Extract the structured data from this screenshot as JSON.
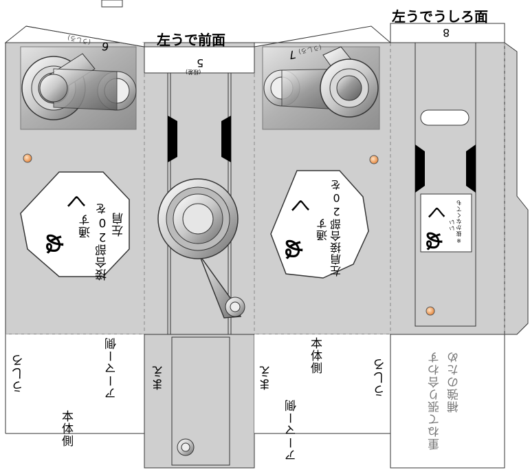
{
  "titles": {
    "front": "左うで前面",
    "back": "左うでうしろ面"
  },
  "panel_numbers": {
    "p5": "5",
    "p5_sub": "(段差)",
    "p6": "6",
    "p6_sub": "(うしろ)",
    "p7": "7",
    "p7_sub": "(うしろ)",
    "p8": "8"
  },
  "badges": {
    "left": {
      "mark": "ぬ",
      "arrow": "く",
      "line1": "左肩",
      "line2": "接合部20を",
      "line3": "通す"
    },
    "middle": {
      "mark": "ぬ",
      "arrow": "く",
      "line1": "左肩接合部20を",
      "line2": "通す"
    },
    "right": {
      "mark": "ぬ",
      "arrow": "く",
      "note1": "※抜かなくても",
      "note2": "いい"
    }
  },
  "flaps": {
    "armor_side": "アーマー側",
    "body_side": "本体側",
    "back": "うしろ",
    "front": "まえ",
    "reinforce1": "補強のため",
    "reinforce2": "重ねて張り合わす"
  },
  "colors": {
    "panel": "#cfcfcf",
    "dashed": "#888888",
    "slot": "#000000",
    "dot": "#f2a35e"
  }
}
